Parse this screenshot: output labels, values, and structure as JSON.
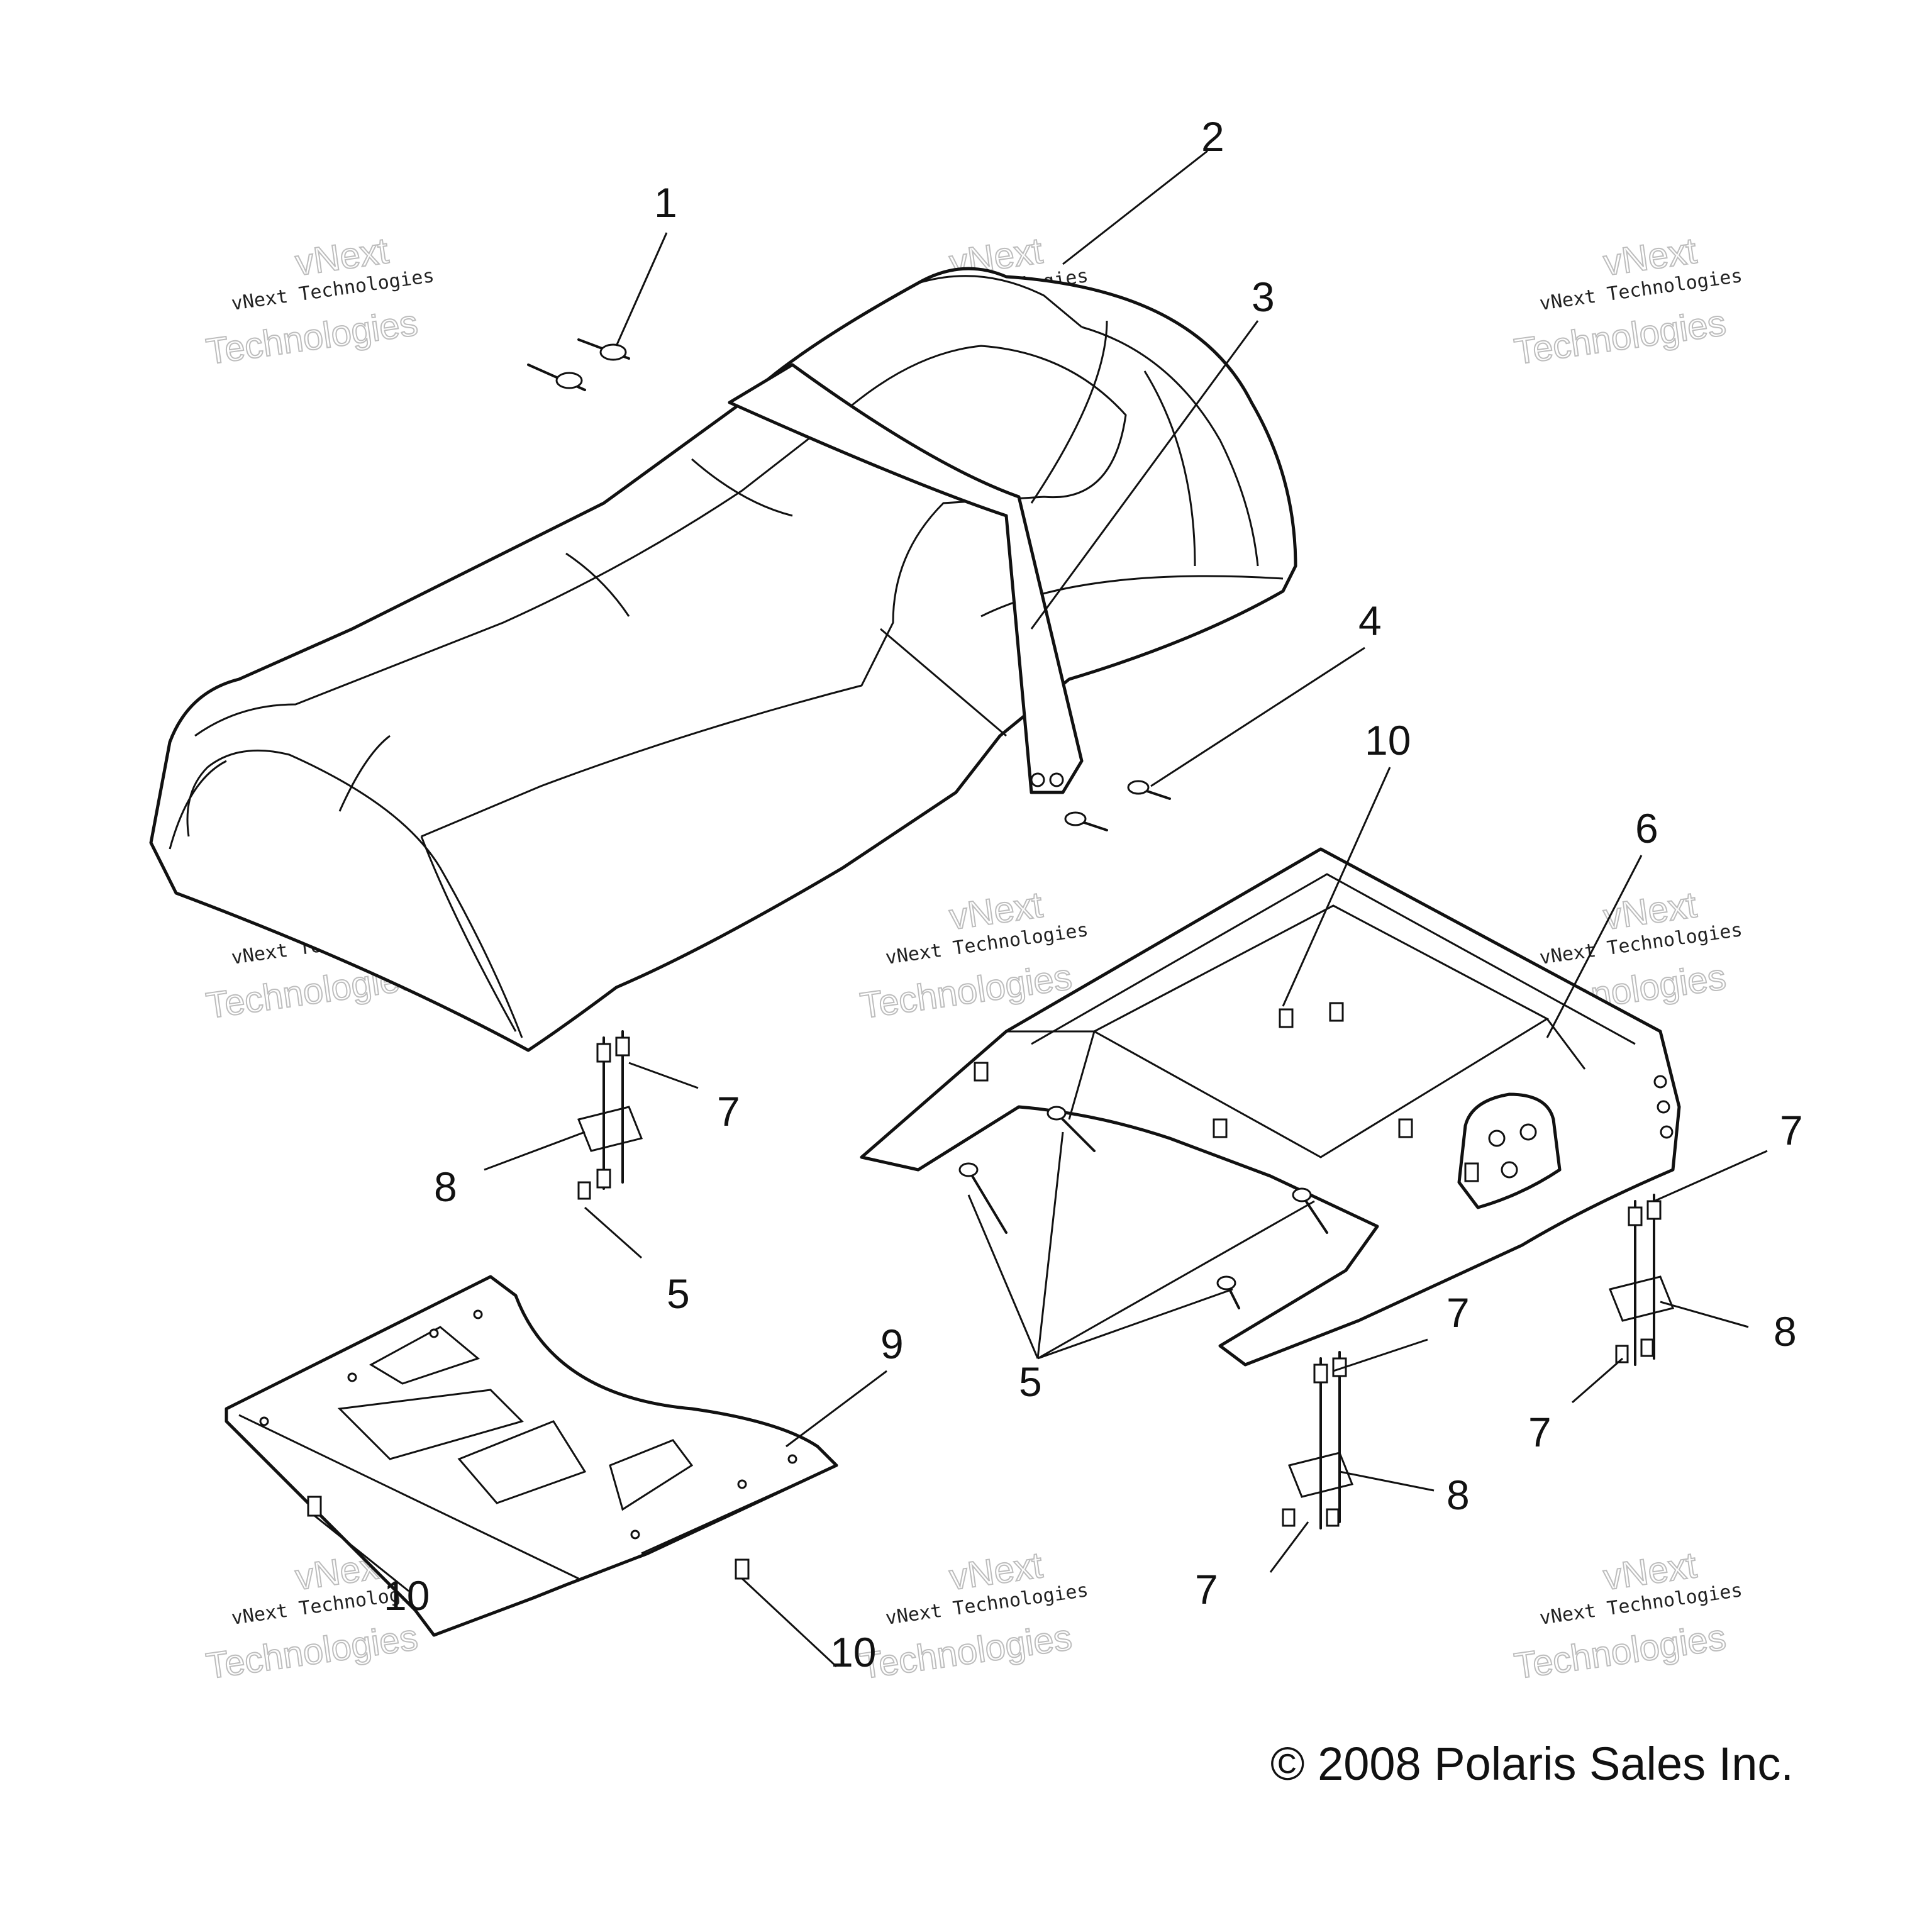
{
  "callouts": [
    "1",
    "2",
    "3",
    "4",
    "5",
    "6",
    "7",
    "8",
    "9",
    "10"
  ],
  "watermark": {
    "line1": "vNext Technologies",
    "line2": "Technologies",
    "line3": "vNext"
  },
  "copyright": "© 2008 Polaris Sales Inc.",
  "colors": {
    "ink": "#111111",
    "watermark": "#bdbdbd",
    "background": "#ffffff"
  }
}
